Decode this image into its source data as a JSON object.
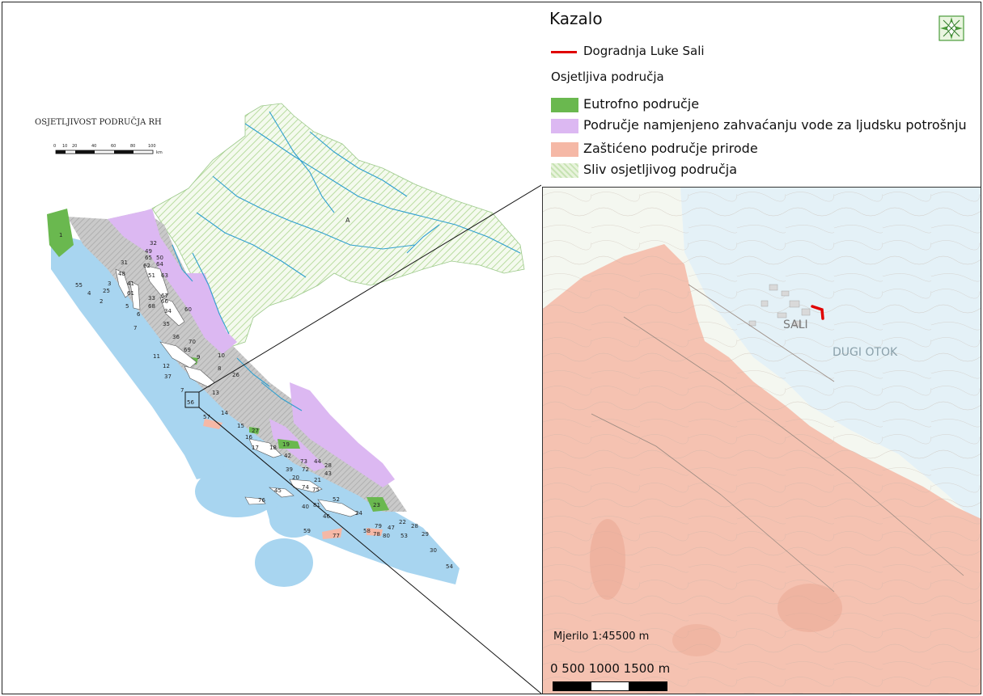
{
  "overview": {
    "title": "OSJETLJIVOST PODRUČJA RH",
    "region_label": "A",
    "scale_ticks": [
      "0",
      "10",
      "20",
      "40",
      "60",
      "80",
      "100"
    ],
    "scale_unit": "km"
  },
  "legend": {
    "title": "Kazalo",
    "project_line_label": "Dogradnja Luke Sali",
    "sensitive_areas_heading": "Osjetljiva područja",
    "items": [
      {
        "label": "Eutrofno područje",
        "color": "#6ab84f"
      },
      {
        "label": "Područje namjenjeno zahvaćanju vode za ljudsku potrošnju",
        "color": "#dcb8f2"
      },
      {
        "label": "Zaštićeno područje prirode",
        "color": "#f5b8a6"
      },
      {
        "label": "Sliv osjetljivog područja",
        "color": "#e8f3dc"
      }
    ]
  },
  "detail": {
    "place_label": "DUGI OTOK",
    "town_label": "SALI",
    "scale_text": "Mjerilo 1:45500 m",
    "scale_numbers": "0   500  1000  1500   m"
  },
  "colors": {
    "sea": "#a8d5f0",
    "eutrophic": "#6ab84f",
    "water_supply": "#dcb8f2",
    "protected": "#f5b8a6",
    "catchment_hatch": "#b9dca0",
    "rivers": "#2f9fcf",
    "project_line": "#e00000"
  }
}
